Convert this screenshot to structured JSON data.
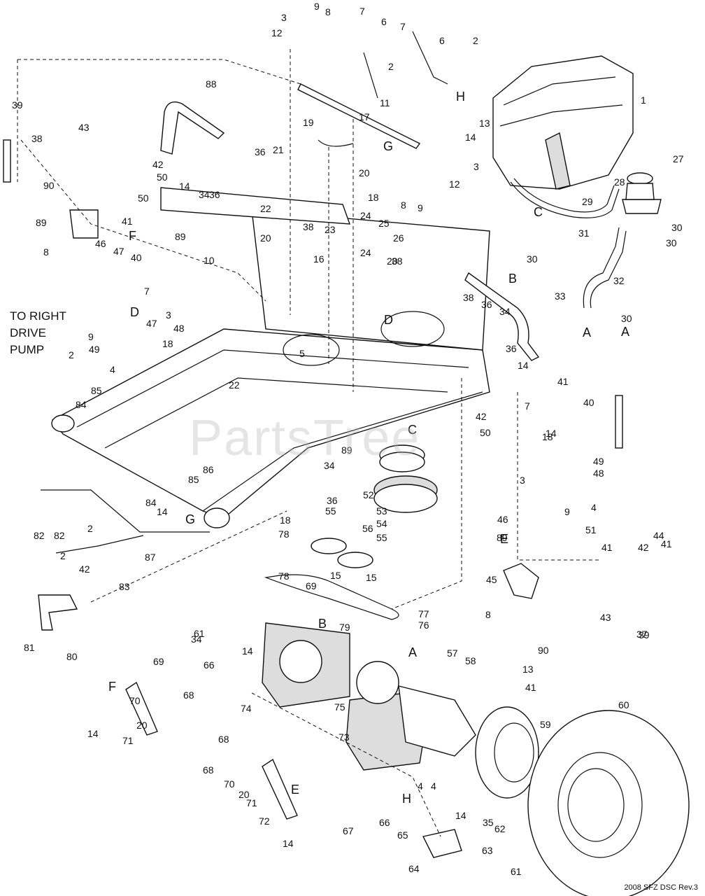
{
  "note": "TO RIGHT\nDRIVE\nPUMP",
  "revision": "2008 SFZ DSC Rev.3",
  "watermark": "PartsTree",
  "callouts": [
    {
      "t": "1"
    },
    {
      "t": "2"
    },
    {
      "t": "2"
    },
    {
      "t": "2"
    },
    {
      "t": "2"
    },
    {
      "t": "2"
    },
    {
      "t": "3"
    },
    {
      "t": "3"
    },
    {
      "t": "3"
    },
    {
      "t": "3"
    },
    {
      "t": "4"
    },
    {
      "t": "4"
    },
    {
      "t": "4"
    },
    {
      "t": "4"
    },
    {
      "t": "5"
    },
    {
      "t": "6"
    },
    {
      "t": "6"
    },
    {
      "t": "7"
    },
    {
      "t": "7"
    },
    {
      "t": "7"
    },
    {
      "t": "7"
    },
    {
      "t": "8"
    },
    {
      "t": "8"
    },
    {
      "t": "8"
    },
    {
      "t": "8"
    },
    {
      "t": "9"
    },
    {
      "t": "9"
    },
    {
      "t": "9"
    },
    {
      "t": "9"
    },
    {
      "t": "10"
    },
    {
      "t": "11"
    },
    {
      "t": "12"
    },
    {
      "t": "12"
    },
    {
      "t": "13"
    },
    {
      "t": "13"
    },
    {
      "t": "14"
    },
    {
      "t": "14"
    },
    {
      "t": "14"
    },
    {
      "t": "14"
    },
    {
      "t": "14"
    },
    {
      "t": "14"
    },
    {
      "t": "14"
    },
    {
      "t": "14"
    },
    {
      "t": "14"
    },
    {
      "t": "15"
    },
    {
      "t": "15"
    },
    {
      "t": "16"
    },
    {
      "t": "17"
    },
    {
      "t": "18"
    },
    {
      "t": "18"
    },
    {
      "t": "18"
    },
    {
      "t": "18"
    },
    {
      "t": "19"
    },
    {
      "t": "20"
    },
    {
      "t": "20"
    },
    {
      "t": "20"
    },
    {
      "t": "20"
    },
    {
      "t": "20"
    },
    {
      "t": "21"
    },
    {
      "t": "22"
    },
    {
      "t": "22"
    },
    {
      "t": "23"
    },
    {
      "t": "24"
    },
    {
      "t": "24"
    },
    {
      "t": "25"
    },
    {
      "t": "26"
    },
    {
      "t": "27"
    },
    {
      "t": "28"
    },
    {
      "t": "29"
    },
    {
      "t": "30"
    },
    {
      "t": "30"
    },
    {
      "t": "30"
    },
    {
      "t": "30"
    },
    {
      "t": "31"
    },
    {
      "t": "32"
    },
    {
      "t": "33"
    },
    {
      "t": "34"
    },
    {
      "t": "34"
    },
    {
      "t": "34"
    },
    {
      "t": "34"
    },
    {
      "t": "35"
    },
    {
      "t": "36"
    },
    {
      "t": "36"
    },
    {
      "t": "36"
    },
    {
      "t": "36"
    },
    {
      "t": "36"
    },
    {
      "t": "37"
    },
    {
      "t": "38"
    },
    {
      "t": "38"
    },
    {
      "t": "38"
    },
    {
      "t": "38"
    },
    {
      "t": "39"
    },
    {
      "t": "39"
    },
    {
      "t": "40"
    },
    {
      "t": "40"
    },
    {
      "t": "41"
    },
    {
      "t": "41"
    },
    {
      "t": "41"
    },
    {
      "t": "41"
    },
    {
      "t": "41"
    },
    {
      "t": "42"
    },
    {
      "t": "42"
    },
    {
      "t": "42"
    },
    {
      "t": "42"
    },
    {
      "t": "43"
    },
    {
      "t": "43"
    },
    {
      "t": "44"
    },
    {
      "t": "45"
    },
    {
      "t": "46"
    },
    {
      "t": "46"
    },
    {
      "t": "47"
    },
    {
      "t": "47"
    },
    {
      "t": "48"
    },
    {
      "t": "48"
    },
    {
      "t": "49"
    },
    {
      "t": "49"
    },
    {
      "t": "50"
    },
    {
      "t": "50"
    },
    {
      "t": "50"
    },
    {
      "t": "51"
    },
    {
      "t": "52"
    },
    {
      "t": "53"
    },
    {
      "t": "54"
    },
    {
      "t": "55"
    },
    {
      "t": "55"
    },
    {
      "t": "56"
    },
    {
      "t": "57"
    },
    {
      "t": "58"
    },
    {
      "t": "59"
    },
    {
      "t": "60"
    },
    {
      "t": "61"
    },
    {
      "t": "61"
    },
    {
      "t": "62"
    },
    {
      "t": "63"
    },
    {
      "t": "64"
    },
    {
      "t": "65"
    },
    {
      "t": "66"
    },
    {
      "t": "66"
    },
    {
      "t": "67"
    },
    {
      "t": "68"
    },
    {
      "t": "68"
    },
    {
      "t": "68"
    },
    {
      "t": "69"
    },
    {
      "t": "69"
    },
    {
      "t": "70"
    },
    {
      "t": "70"
    },
    {
      "t": "71"
    },
    {
      "t": "71"
    },
    {
      "t": "72"
    },
    {
      "t": "73"
    },
    {
      "t": "74"
    },
    {
      "t": "75"
    },
    {
      "t": "76"
    },
    {
      "t": "77"
    },
    {
      "t": "78"
    },
    {
      "t": "78"
    },
    {
      "t": "79"
    },
    {
      "t": "80"
    },
    {
      "t": "81"
    },
    {
      "t": "82"
    },
    {
      "t": "82"
    },
    {
      "t": "83"
    },
    {
      "t": "84"
    },
    {
      "t": "84"
    },
    {
      "t": "85"
    },
    {
      "t": "85"
    },
    {
      "t": "86"
    },
    {
      "t": "87"
    },
    {
      "t": "88"
    },
    {
      "t": "89"
    },
    {
      "t": "89"
    },
    {
      "t": "89"
    },
    {
      "t": "89"
    },
    {
      "t": "90"
    },
    {
      "t": "90"
    }
  ],
  "letters": [
    {
      "t": "A"
    },
    {
      "t": "A"
    },
    {
      "t": "A"
    },
    {
      "t": "B"
    },
    {
      "t": "B"
    },
    {
      "t": "C"
    },
    {
      "t": "C"
    },
    {
      "t": "D"
    },
    {
      "t": "D"
    },
    {
      "t": "E"
    },
    {
      "t": "E"
    },
    {
      "t": "F"
    },
    {
      "t": "F"
    },
    {
      "t": "G"
    },
    {
      "t": "G"
    },
    {
      "t": "H"
    },
    {
      "t": "H"
    }
  ]
}
